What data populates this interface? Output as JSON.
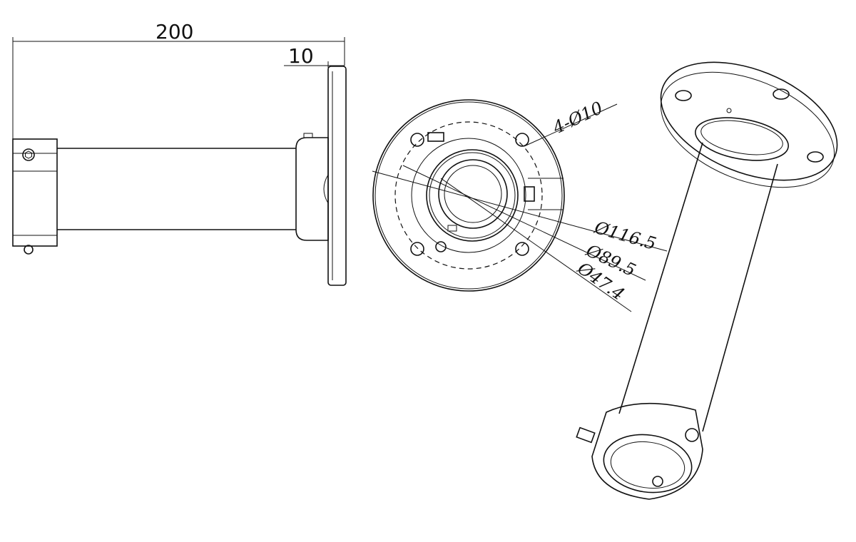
{
  "side_view": {
    "length_dim": "200",
    "plate_dim": "10"
  },
  "front_view": {
    "hole_callout": "4-Ø10",
    "diameters": [
      "Ø116.5",
      "Ø89.5",
      "Ø47.4"
    ]
  }
}
